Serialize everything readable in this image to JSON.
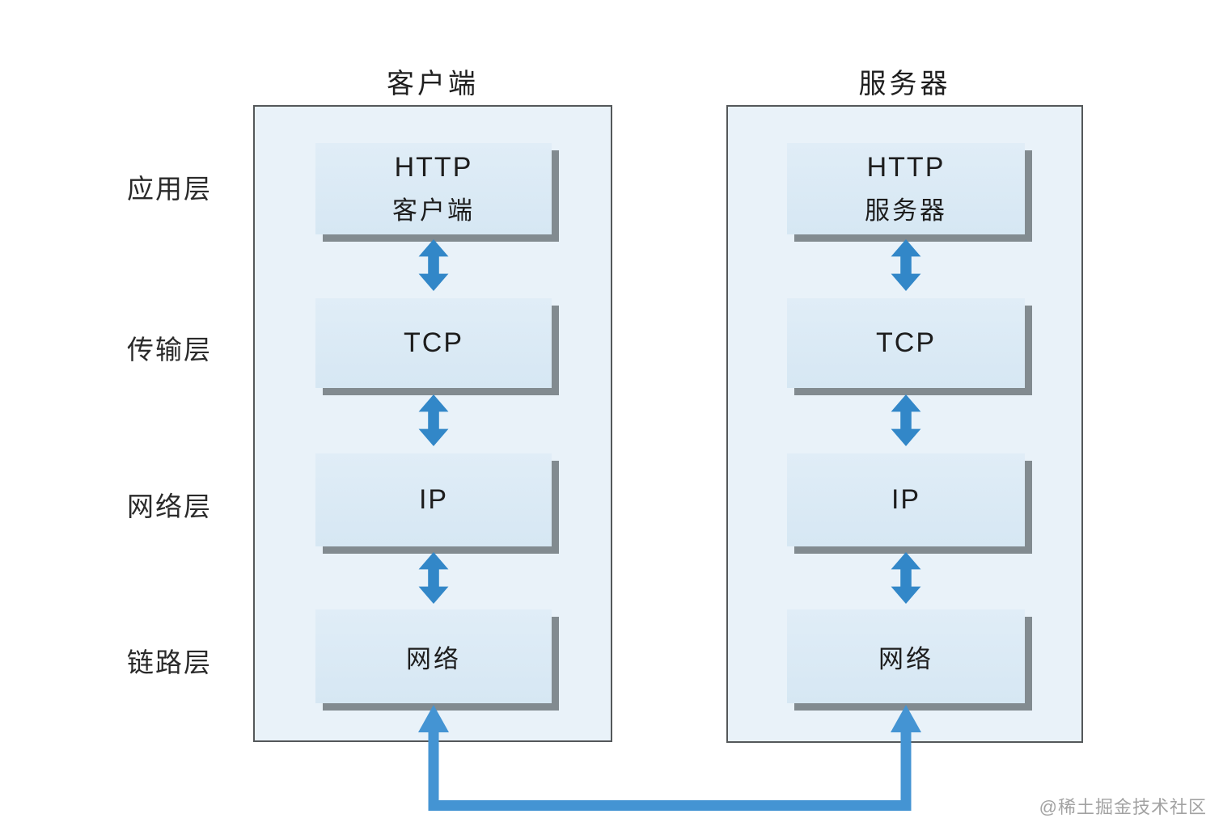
{
  "titles": {
    "client": "客户端",
    "server": "服务器"
  },
  "layers": [
    {
      "label": "应用层"
    },
    {
      "label": "传输层"
    },
    {
      "label": "网络层"
    },
    {
      "label": "链路层"
    }
  ],
  "client": {
    "boxes": [
      {
        "lines": [
          "HTTP",
          "客户端"
        ]
      },
      {
        "lines": [
          "TCP"
        ]
      },
      {
        "lines": [
          "IP"
        ]
      },
      {
        "lines": [
          "网络"
        ]
      }
    ]
  },
  "server": {
    "boxes": [
      {
        "lines": [
          "HTTP",
          "服务器"
        ]
      },
      {
        "lines": [
          "TCP"
        ]
      },
      {
        "lines": [
          "IP"
        ]
      },
      {
        "lines": [
          "网络"
        ]
      }
    ]
  },
  "watermark": "@稀土掘金技术社区",
  "icons": {
    "double_arrow": "double-arrow-icon",
    "connector": "u-shaped-connector-arrow"
  },
  "colors": {
    "panel_bg": "#e9f2f9",
    "panel_border": "#54585a",
    "box_bg": "#d9eaf5",
    "box_shadow": "#828b90",
    "arrow_blue": "#3287c8",
    "connector_blue": "#4494d3",
    "watermark_gray": "#a2a2a2"
  }
}
